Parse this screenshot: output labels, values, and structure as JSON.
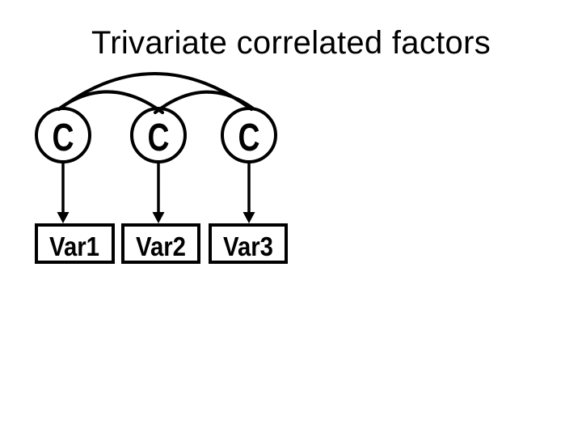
{
  "slide": {
    "title": "Trivariate correlated factors",
    "background_color": "#ffffff",
    "ink_color": "#000000"
  },
  "diagram": {
    "type": "path-diagram",
    "description": "Three correlated latent factors, each loading on one observed variable",
    "factors": [
      {
        "label": "C"
      },
      {
        "label": "C"
      },
      {
        "label": "C"
      }
    ],
    "variables": [
      {
        "label": "Var1"
      },
      {
        "label": "Var2"
      },
      {
        "label": "Var3"
      }
    ],
    "correlations": [
      {
        "from": "C1",
        "to": "C2"
      },
      {
        "from": "C2",
        "to": "C3"
      },
      {
        "from": "C1",
        "to": "C3"
      }
    ],
    "loadings": [
      {
        "from": "C1",
        "to": "Var1"
      },
      {
        "from": "C2",
        "to": "Var2"
      },
      {
        "from": "C3",
        "to": "Var3"
      }
    ]
  }
}
